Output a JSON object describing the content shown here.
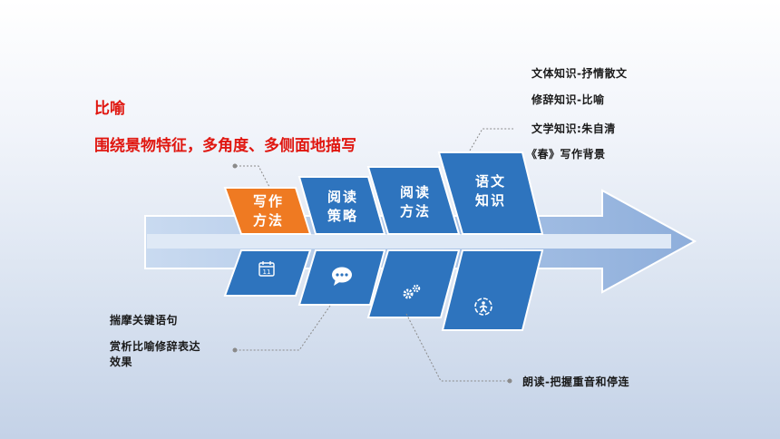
{
  "left_heading": {
    "title": "比喻",
    "subtitle": "围绕景物特征，多角度、多侧面地描写"
  },
  "top_right_notes": [
    "文体知识-抒情散文",
    "修辞知识-比喻",
    "文学知识:朱自清",
    "《春》写作背景"
  ],
  "bottom_left_notes": {
    "line1": "揣摩关键语句",
    "line2a": "赏析比喻修辞表达",
    "line2b": "效果"
  },
  "bottom_right_note": "朗读-把握重音和停连",
  "panels": [
    {
      "line1": "写作",
      "line2": "方法",
      "icon": "calendar-icon"
    },
    {
      "line1": "阅读",
      "line2": "策略",
      "icon": "chat-bubble-icon"
    },
    {
      "line1": "阅读",
      "line2": "方法",
      "icon": "gears-icon"
    },
    {
      "line1": "语文",
      "line2": "知识",
      "icon": "person-target-icon"
    }
  ],
  "colors": {
    "accent_orange": "#ef7a22",
    "panel_blue": "#2e74be",
    "arrow_blue": "#8fb0dc",
    "title_red": "#e0160f"
  }
}
